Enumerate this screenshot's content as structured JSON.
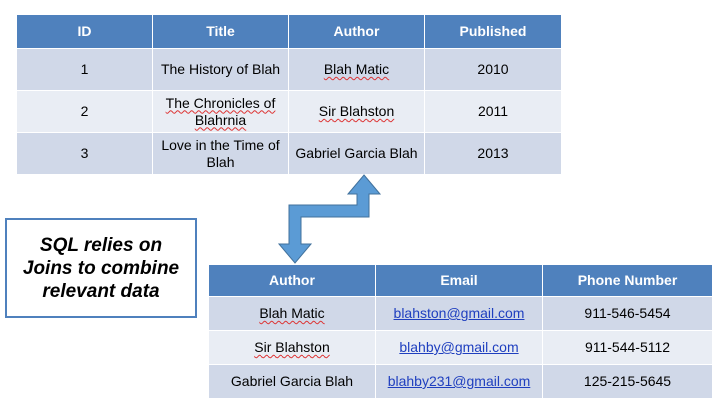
{
  "books": {
    "headers": [
      "ID",
      "Title",
      "Author",
      "Published"
    ],
    "rows": [
      {
        "id": "1",
        "title": "The History of Blah",
        "author": "Blah Matic",
        "published": "2010"
      },
      {
        "id": "2",
        "title": "The Chronicles of Blahrnia",
        "author": "Sir Blahston",
        "published": "2011"
      },
      {
        "id": "3",
        "title": "Love in the Time of Blah",
        "author": "Gabriel Garcia Blah",
        "published": "2013"
      }
    ]
  },
  "authors": {
    "headers": [
      "Author",
      "Email",
      "Phone Number"
    ],
    "rows": [
      {
        "author": "Blah Matic",
        "email": "blahston@gmail.com",
        "phone": "911-546-5454"
      },
      {
        "author": "Sir Blahston",
        "email": "blahby@gmail.com",
        "phone": "911-544-5112"
      },
      {
        "author": "Gabriel Garcia Blah",
        "email": "blahby231@gmail.com",
        "phone": "125-215-5645"
      }
    ]
  },
  "callout": {
    "text": "SQL relies on\nJoins to combine\nrelevant data"
  },
  "colors": {
    "header": "#4f81bd",
    "row_dark": "#d0d8e8",
    "row_light": "#e9edf4",
    "arrow": "#5b9bd5"
  }
}
